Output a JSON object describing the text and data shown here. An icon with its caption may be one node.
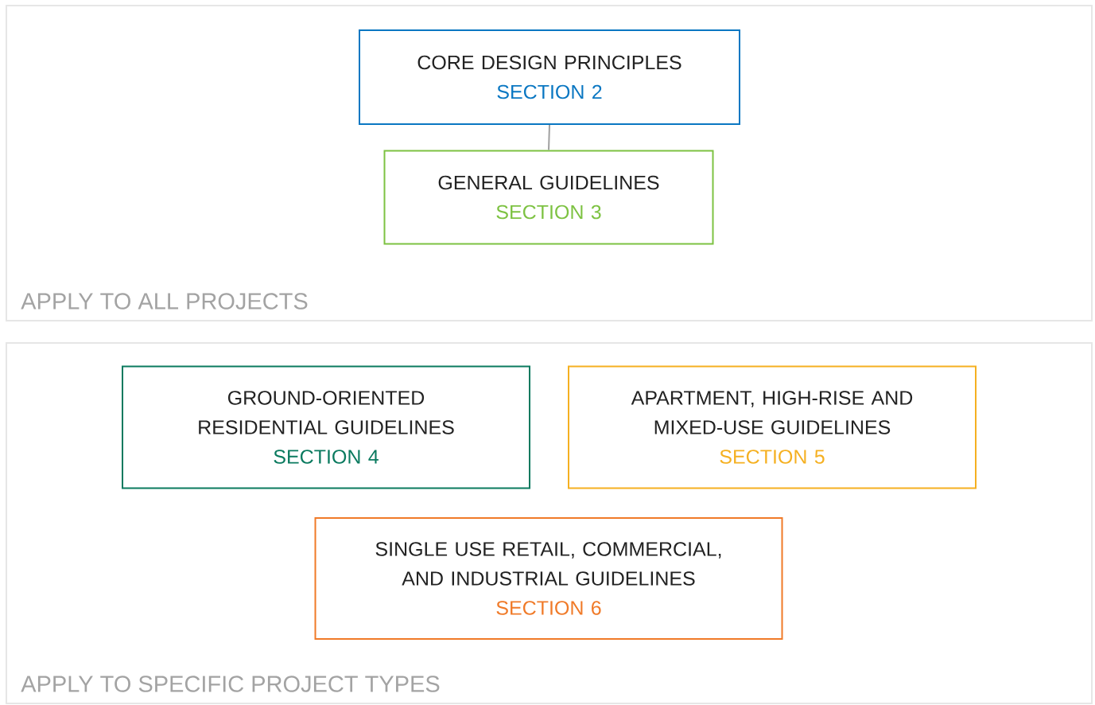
{
  "diagram": {
    "nodes": [
      {
        "text": [
          "APPLY TO ALL PROJECTS"
        ]
      },
      {
        "text": [
          "CORE DESIGN PRINCIPLES",
          "SECTION 2"
        ],
        "in": 0
      },
      {
        "text": [
          "GENERAL GUIDELINES",
          "SECTION 3"
        ],
        "in": 0
      },
      {
        "text": [
          "APPLY TO SPECIFIC PROJECT TYPES"
        ]
      },
      {
        "text": [
          "GROUND-ORIENTED RESIDENTIAL GUIDELINES",
          "SECTION 4"
        ],
        "in": 3
      },
      {
        "text": [
          "APARTMENT, HIGH-RISE AND MIXED-USE GUIDELINES",
          "SECTION 5"
        ],
        "in": 3
      },
      {
        "text": [
          "SINGLE USE RETAIL, COMMERCIAL, AND INDUSTRIAL GUIDELINES",
          "SECTION 6"
        ],
        "in": 3
      }
    ],
    "edges": [
      {
        "from": 1,
        "to": 2,
        "arrow": "none"
      }
    ]
  }
}
